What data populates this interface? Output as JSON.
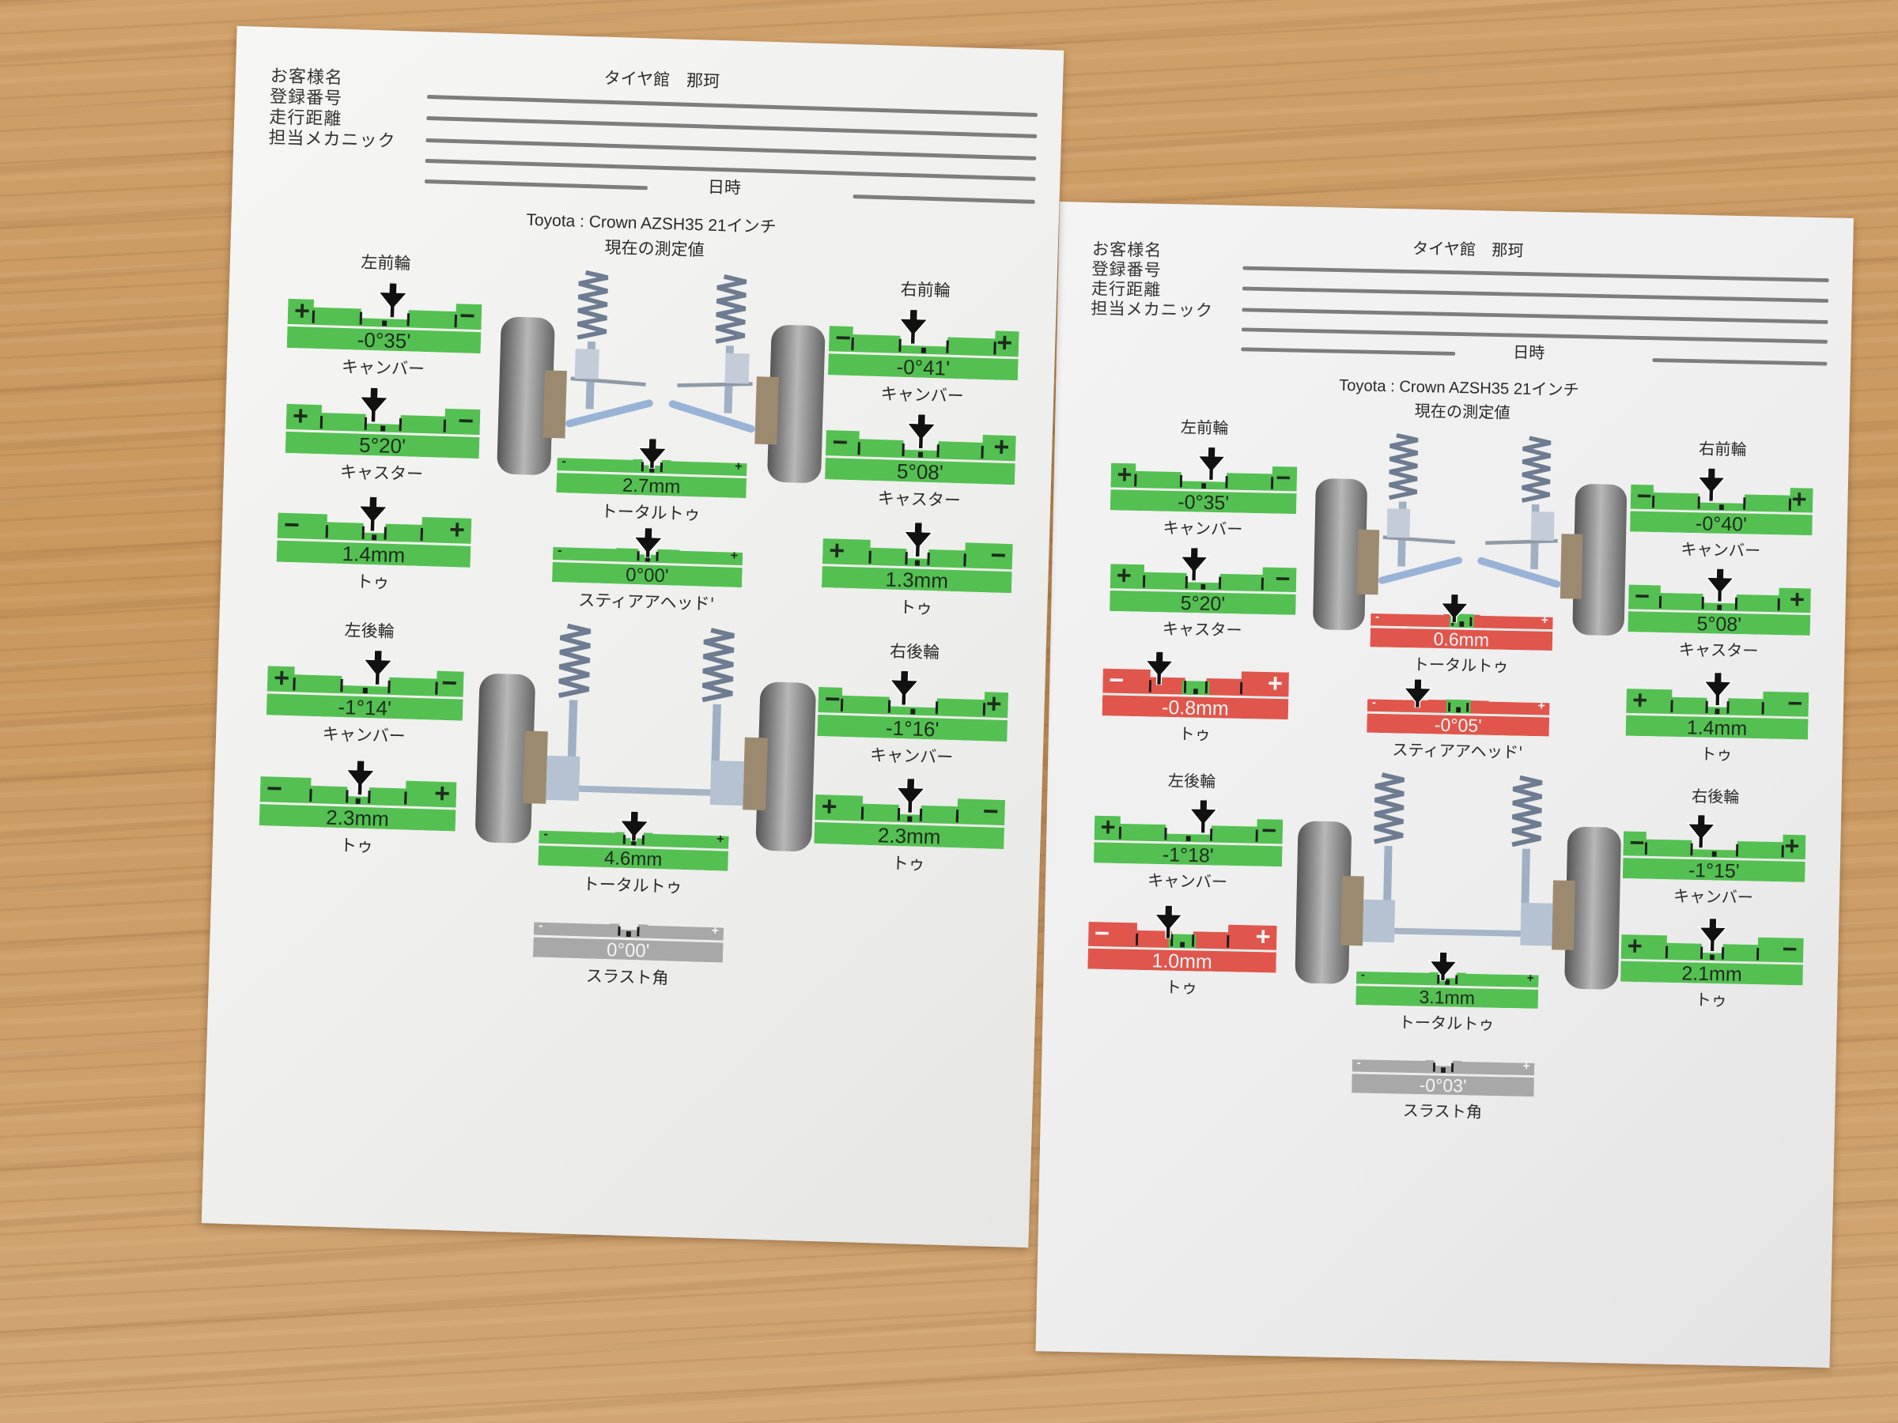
{
  "colors": {
    "ok": "#54c052",
    "bad": "#e0564c",
    "neutral": "#a8a8a8",
    "arrow": "#111111"
  },
  "sheets": [
    {
      "header": {
        "shop": "タイヤ館　那珂",
        "fields": [
          "お客様名",
          "登録番号",
          "走行距離",
          "担当メカニック"
        ],
        "date_label": "日時",
        "vehicle": "Toyota : Crown AZSH35 21インチ",
        "subtitle": "現在の測定値"
      },
      "wheels": {
        "front_left": "左前輪",
        "front_right": "右前輪",
        "rear_left": "左後輪",
        "rear_right": "右後輪"
      },
      "gauges": [
        {
          "id": "fl_camber",
          "label": "キャンバー",
          "value": "-0°35'",
          "sign_left": "+",
          "sign_right": "−",
          "status": "ok",
          "pointer": 0.08
        },
        {
          "id": "fl_caster",
          "label": "キャスター",
          "value": "5°20'",
          "sign_left": "+",
          "sign_right": "−",
          "status": "ok",
          "pointer": -0.1
        },
        {
          "id": "fl_toe",
          "label": "トゥ",
          "value": "1.4mm",
          "sign_left": "−",
          "sign_right": "+",
          "status": "ok",
          "pointer": -0.02
        },
        {
          "id": "fr_camber",
          "label": "キャンバー",
          "value": "-0°41'",
          "sign_left": "−",
          "sign_right": "+",
          "status": "ok",
          "pointer": -0.12
        },
        {
          "id": "fr_caster",
          "label": "キャスター",
          "value": "5°08'",
          "sign_left": "−",
          "sign_right": "+",
          "status": "ok",
          "pointer": 0.0
        },
        {
          "id": "fr_toe",
          "label": "トゥ",
          "value": "1.3mm",
          "sign_left": "+",
          "sign_right": "−",
          "status": "ok",
          "pointer": 0.0
        },
        {
          "id": "front_total_toe",
          "label": "トータルトゥ",
          "value": "2.7mm",
          "sign_left": "-",
          "sign_right": "+",
          "status": "ok",
          "pointer": 0.0
        },
        {
          "id": "steering_ahead",
          "label": "スティアアヘッド'",
          "value": "0°00'",
          "sign_left": "-",
          "sign_right": "+",
          "status": "ok",
          "pointer": 0.0
        },
        {
          "id": "rl_camber",
          "label": "キャンバー",
          "value": "-1°14'",
          "sign_left": "+",
          "sign_right": "−",
          "status": "ok",
          "pointer": 0.12
        },
        {
          "id": "rl_toe",
          "label": "トゥ",
          "value": "2.3mm",
          "sign_left": "−",
          "sign_right": "+",
          "status": "ok",
          "pointer": 0.02
        },
        {
          "id": "rr_camber",
          "label": "キャンバー",
          "value": "-1°16'",
          "sign_left": "−",
          "sign_right": "+",
          "status": "ok",
          "pointer": -0.1
        },
        {
          "id": "rr_toe",
          "label": "トゥ",
          "value": "2.3mm",
          "sign_left": "+",
          "sign_right": "−",
          "status": "ok",
          "pointer": 0.0
        },
        {
          "id": "rear_total_toe",
          "label": "トータルトゥ",
          "value": "4.6mm",
          "sign_left": "-",
          "sign_right": "+",
          "status": "ok",
          "pointer": 0.0
        },
        {
          "id": "thrust_angle",
          "label": "スラスト角",
          "value": "0°00'",
          "sign_left": "-",
          "sign_right": "+",
          "status": "neutral",
          "pointer": null
        }
      ]
    },
    {
      "header": {
        "shop": "タイヤ館　那珂",
        "fields": [
          "お客様名",
          "登録番号",
          "走行距離",
          "担当メカニック"
        ],
        "date_label": "日時",
        "vehicle": "Toyota : Crown AZSH35 21インチ",
        "subtitle": "現在の測定値"
      },
      "wheels": {
        "front_left": "左前輪",
        "front_right": "右前輪",
        "rear_left": "左後輪",
        "rear_right": "右後輪"
      },
      "gauges": [
        {
          "id": "fl_camber",
          "label": "キャンバー",
          "value": "-0°35'",
          "sign_left": "+",
          "sign_right": "−",
          "status": "ok",
          "pointer": 0.08
        },
        {
          "id": "fl_caster",
          "label": "キャスター",
          "value": "5°20'",
          "sign_left": "+",
          "sign_right": "−",
          "status": "ok",
          "pointer": -0.1
        },
        {
          "id": "fl_toe",
          "label": "トゥ",
          "value": "-0.8mm",
          "sign_left": "−",
          "sign_right": "+",
          "status": "bad",
          "pointer": -0.4
        },
        {
          "id": "fr_camber",
          "label": "キャンバー",
          "value": "-0°40'",
          "sign_left": "−",
          "sign_right": "+",
          "status": "ok",
          "pointer": -0.12
        },
        {
          "id": "fr_caster",
          "label": "キャスター",
          "value": "5°08'",
          "sign_left": "−",
          "sign_right": "+",
          "status": "ok",
          "pointer": 0.0
        },
        {
          "id": "fr_toe",
          "label": "トゥ",
          "value": "1.4mm",
          "sign_left": "+",
          "sign_right": "−",
          "status": "ok",
          "pointer": 0.0
        },
        {
          "id": "front_total_toe",
          "label": "トータルトゥ",
          "value": "0.6mm",
          "sign_left": "-",
          "sign_right": "+",
          "status": "bad",
          "pointer": -0.08
        },
        {
          "id": "steering_ahead",
          "label": "スティアアヘッド'",
          "value": "-0°05'",
          "sign_left": "-",
          "sign_right": "+",
          "status": "bad",
          "pointer": -0.45
        },
        {
          "id": "rl_camber",
          "label": "キャンバー",
          "value": "-1°18'",
          "sign_left": "+",
          "sign_right": "−",
          "status": "ok",
          "pointer": 0.15
        },
        {
          "id": "rl_toe",
          "label": "トゥ",
          "value": "1.0mm",
          "sign_left": "−",
          "sign_right": "+",
          "status": "bad",
          "pointer": -0.15
        },
        {
          "id": "rr_camber",
          "label": "キャンバー",
          "value": "-1°15'",
          "sign_left": "−",
          "sign_right": "+",
          "status": "ok",
          "pointer": -0.15
        },
        {
          "id": "rr_toe",
          "label": "トゥ",
          "value": "2.1mm",
          "sign_left": "+",
          "sign_right": "−",
          "status": "ok",
          "pointer": 0.0
        },
        {
          "id": "rear_total_toe",
          "label": "トータルトゥ",
          "value": "3.1mm",
          "sign_left": "-",
          "sign_right": "+",
          "status": "ok",
          "pointer": -0.05
        },
        {
          "id": "thrust_angle",
          "label": "スラスト角",
          "value": "-0°03'",
          "sign_left": "-",
          "sign_right": "+",
          "status": "neutral",
          "pointer": null
        }
      ]
    }
  ]
}
